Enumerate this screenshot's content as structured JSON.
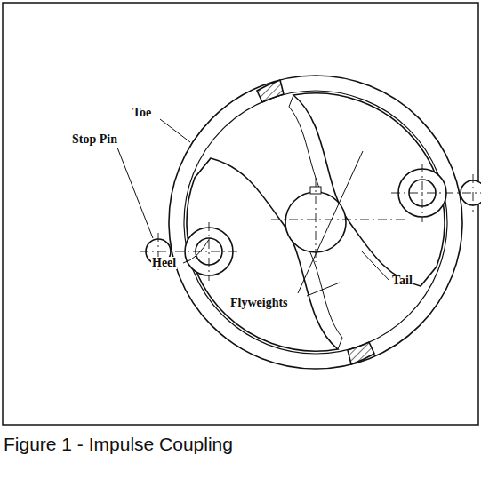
{
  "diagram": {
    "caption": "Figure 1 - Impulse Coupling",
    "labels": [
      "Toe",
      "Stop Pin",
      "Heel",
      "Flyweights",
      "Tail"
    ]
  }
}
